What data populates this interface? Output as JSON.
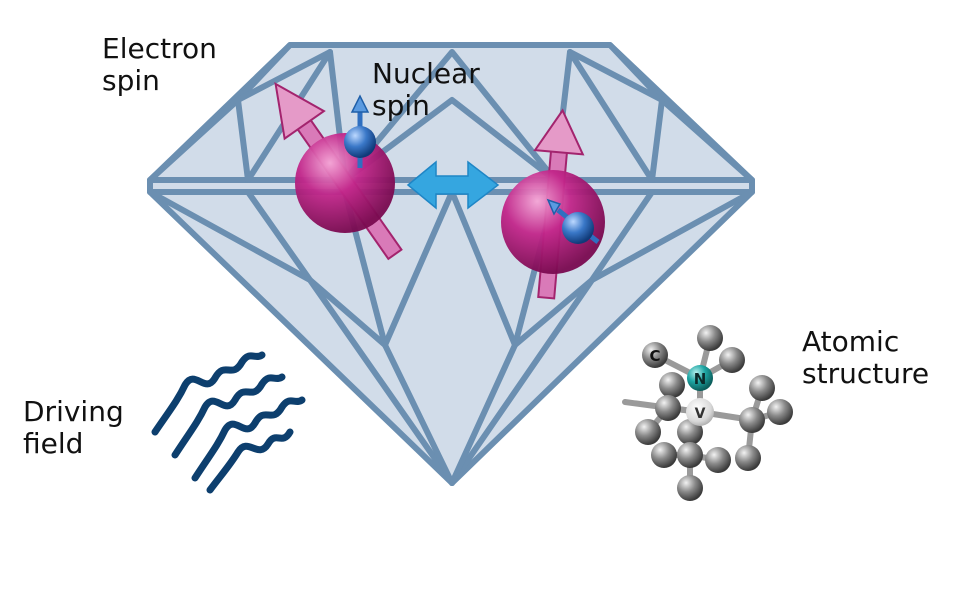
{
  "labels": {
    "electron_spin": [
      "Electron",
      "spin"
    ],
    "nuclear_spin": [
      "Nuclear",
      "spin"
    ],
    "driving_field": [
      "Driving",
      "field"
    ],
    "atomic_structure": [
      "Atomic",
      "structure"
    ]
  },
  "atoms": {
    "carbon": "C",
    "nitrogen": "N",
    "vacancy": "V"
  },
  "colors": {
    "diamond_fill": "#c9d6e5",
    "diamond_edge": "#6b8fb1",
    "electron_spin": "#b3157a",
    "nuclear_spin": "#1f5fa8",
    "coupling_arrow": "#35a6e0",
    "driving_field": "#0d3f6e",
    "atom_gray": "#7a7a7a",
    "nitrogen": "#1e9a9a"
  }
}
